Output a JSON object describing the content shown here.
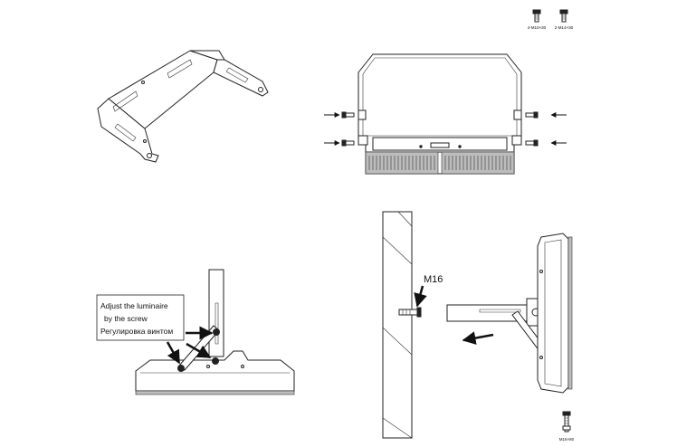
{
  "fasteners": {
    "screw_a": "4-M10×30",
    "screw_b": "2-M14×30",
    "bolt_bottom": "M16×80"
  },
  "callout": {
    "line1": "Adjust the luminaire",
    "line2": "by the screw",
    "line3": "Регулировка винтом"
  },
  "wall_bolt_label": "M16"
}
